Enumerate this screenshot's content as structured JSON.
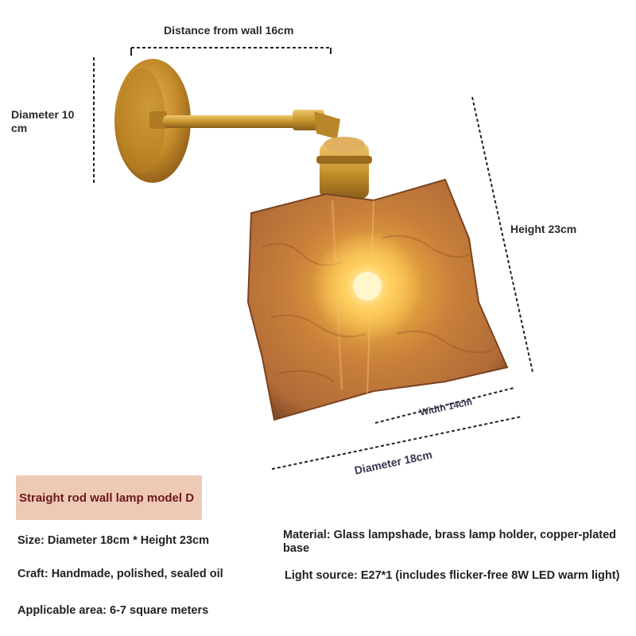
{
  "dimensions": {
    "distance_from_wall": "Distance from wall 16cm",
    "diameter_base": "Diameter 10 cm",
    "height": "Height 23cm",
    "width": "Width 14cm",
    "diameter_shade": "Diameter 18cm"
  },
  "product": {
    "model_name": "Straight rod wall lamp model D"
  },
  "specs": {
    "size": "Size: Diameter 18cm * Height 23cm",
    "craft": "Craft: Handmade, polished, sealed oil",
    "applicable_area": "Applicable area: 6-7 square meters",
    "material": "Material: Glass lampshade, brass lamp holder, copper-plated base",
    "light_source": "Light source: E27*1 (includes flicker-free 8W LED warm light)"
  },
  "colors": {
    "brass": "#c8942c",
    "amber_glass": "#c27a3a",
    "banner_bg": "#eec9b6",
    "banner_text": "#6a1818"
  }
}
